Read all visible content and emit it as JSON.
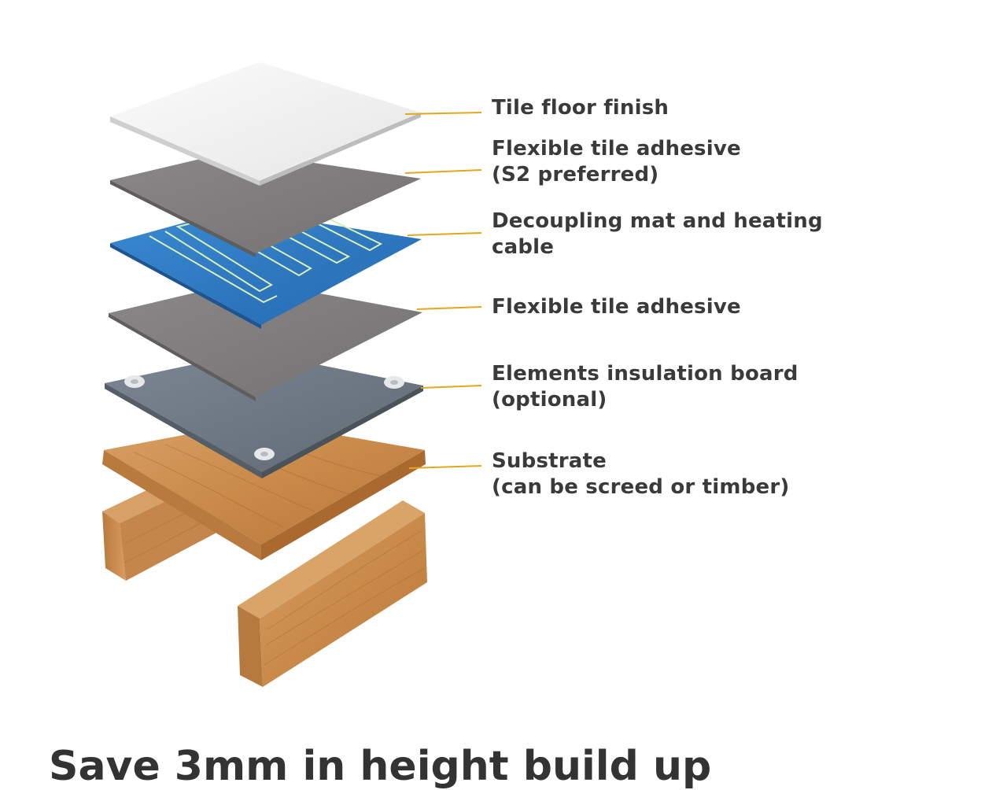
{
  "layers": [
    {
      "id": "tile",
      "lines": [
        "Tile floor finish"
      ]
    },
    {
      "id": "adhesive-top",
      "lines": [
        "Flexible tile adhesive",
        "(S2 preferred)"
      ]
    },
    {
      "id": "mat",
      "lines": [
        "Decoupling mat and heating",
        "cable"
      ]
    },
    {
      "id": "adhesive-bottom",
      "lines": [
        "Flexible tile adhesive"
      ]
    },
    {
      "id": "board",
      "lines": [
        "Elements insulation board",
        "(optional)"
      ]
    },
    {
      "id": "substrate",
      "lines": [
        "Substrate",
        "(can be screed or timber)"
      ]
    }
  ],
  "headline": "Save 3mm in height build up",
  "colors": {
    "leader": "#e0a820",
    "tile": "#f4f4f4",
    "adhesive": "#7f7d7d",
    "mat": "#2f7fc8",
    "cable": "#d8f0b0",
    "board": "#6f7a86",
    "wood": "#c98a4a",
    "text": "#3a3a3a"
  }
}
